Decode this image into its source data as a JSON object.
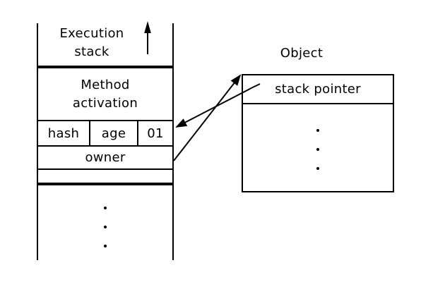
{
  "canvas": {
    "background": "#ffffff",
    "ink": "#000000"
  },
  "execution_stack": {
    "title": "Execution\nstack",
    "frames": {
      "method_activation": "Method\nactivation",
      "header_slots": [
        "hash",
        "age",
        "01"
      ],
      "owner": "owner"
    },
    "ellipsis": [
      ".",
      ".",
      "."
    ]
  },
  "object": {
    "title": "Object",
    "fields": [
      "stack pointer"
    ],
    "ellipsis": [
      ".",
      ".",
      "."
    ]
  },
  "icons": {
    "stack_growth_arrow": "up-arrow",
    "stack_pointer_arrow": "arrow-to-stack",
    "owner_reference_arrow": "arrow-to-object"
  }
}
